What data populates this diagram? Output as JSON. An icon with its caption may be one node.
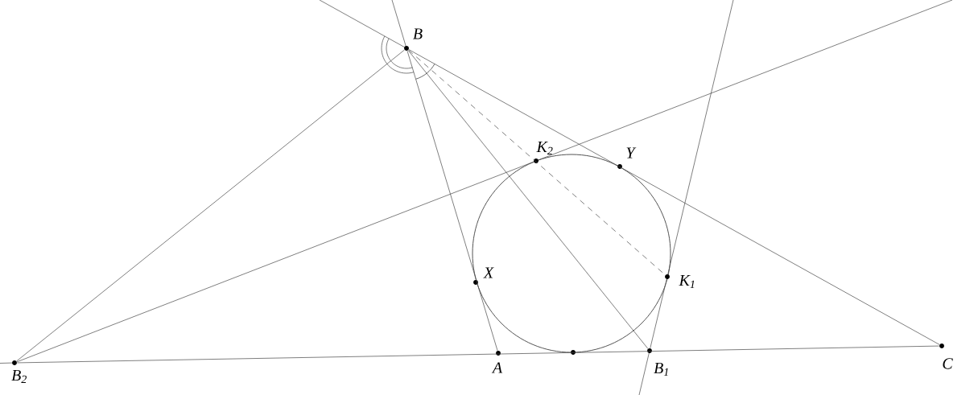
{
  "diagram": {
    "nodes": [
      {
        "text": [
          "B"
        ]
      },
      {
        "text": [
          "K$_{2}$"
        ]
      },
      {
        "text": [
          "Y"
        ]
      },
      {
        "text": [
          "X"
        ]
      },
      {
        "text": [
          "K$_{1}$"
        ]
      },
      {
        "text": [
          "A"
        ]
      },
      {
        "text": [],
        "shape": "circle"
      },
      {
        "text": [
          "B$_{1}$"
        ]
      },
      {
        "text": [
          "C"
        ]
      },
      {
        "text": [
          "B$_{2}$"
        ]
      }
    ],
    "edges": [
      {
        "from": 0,
        "to": 9,
        "arrow": "none"
      },
      {
        "from": 0,
        "to": 8,
        "arrow": "none"
      },
      {
        "from": 0,
        "to": 5,
        "arrow": "none"
      },
      {
        "from": 0,
        "to": 7,
        "arrow": "none"
      },
      {
        "from": 0,
        "to": 4,
        "arrow": "none",
        "style": "dashed"
      },
      {
        "from": 7,
        "to": 4,
        "arrow": "none"
      },
      {
        "from": 9,
        "to": 1,
        "arrow": "none"
      },
      {
        "from": 9,
        "to": 8,
        "arrow": "none"
      }
    ]
  }
}
